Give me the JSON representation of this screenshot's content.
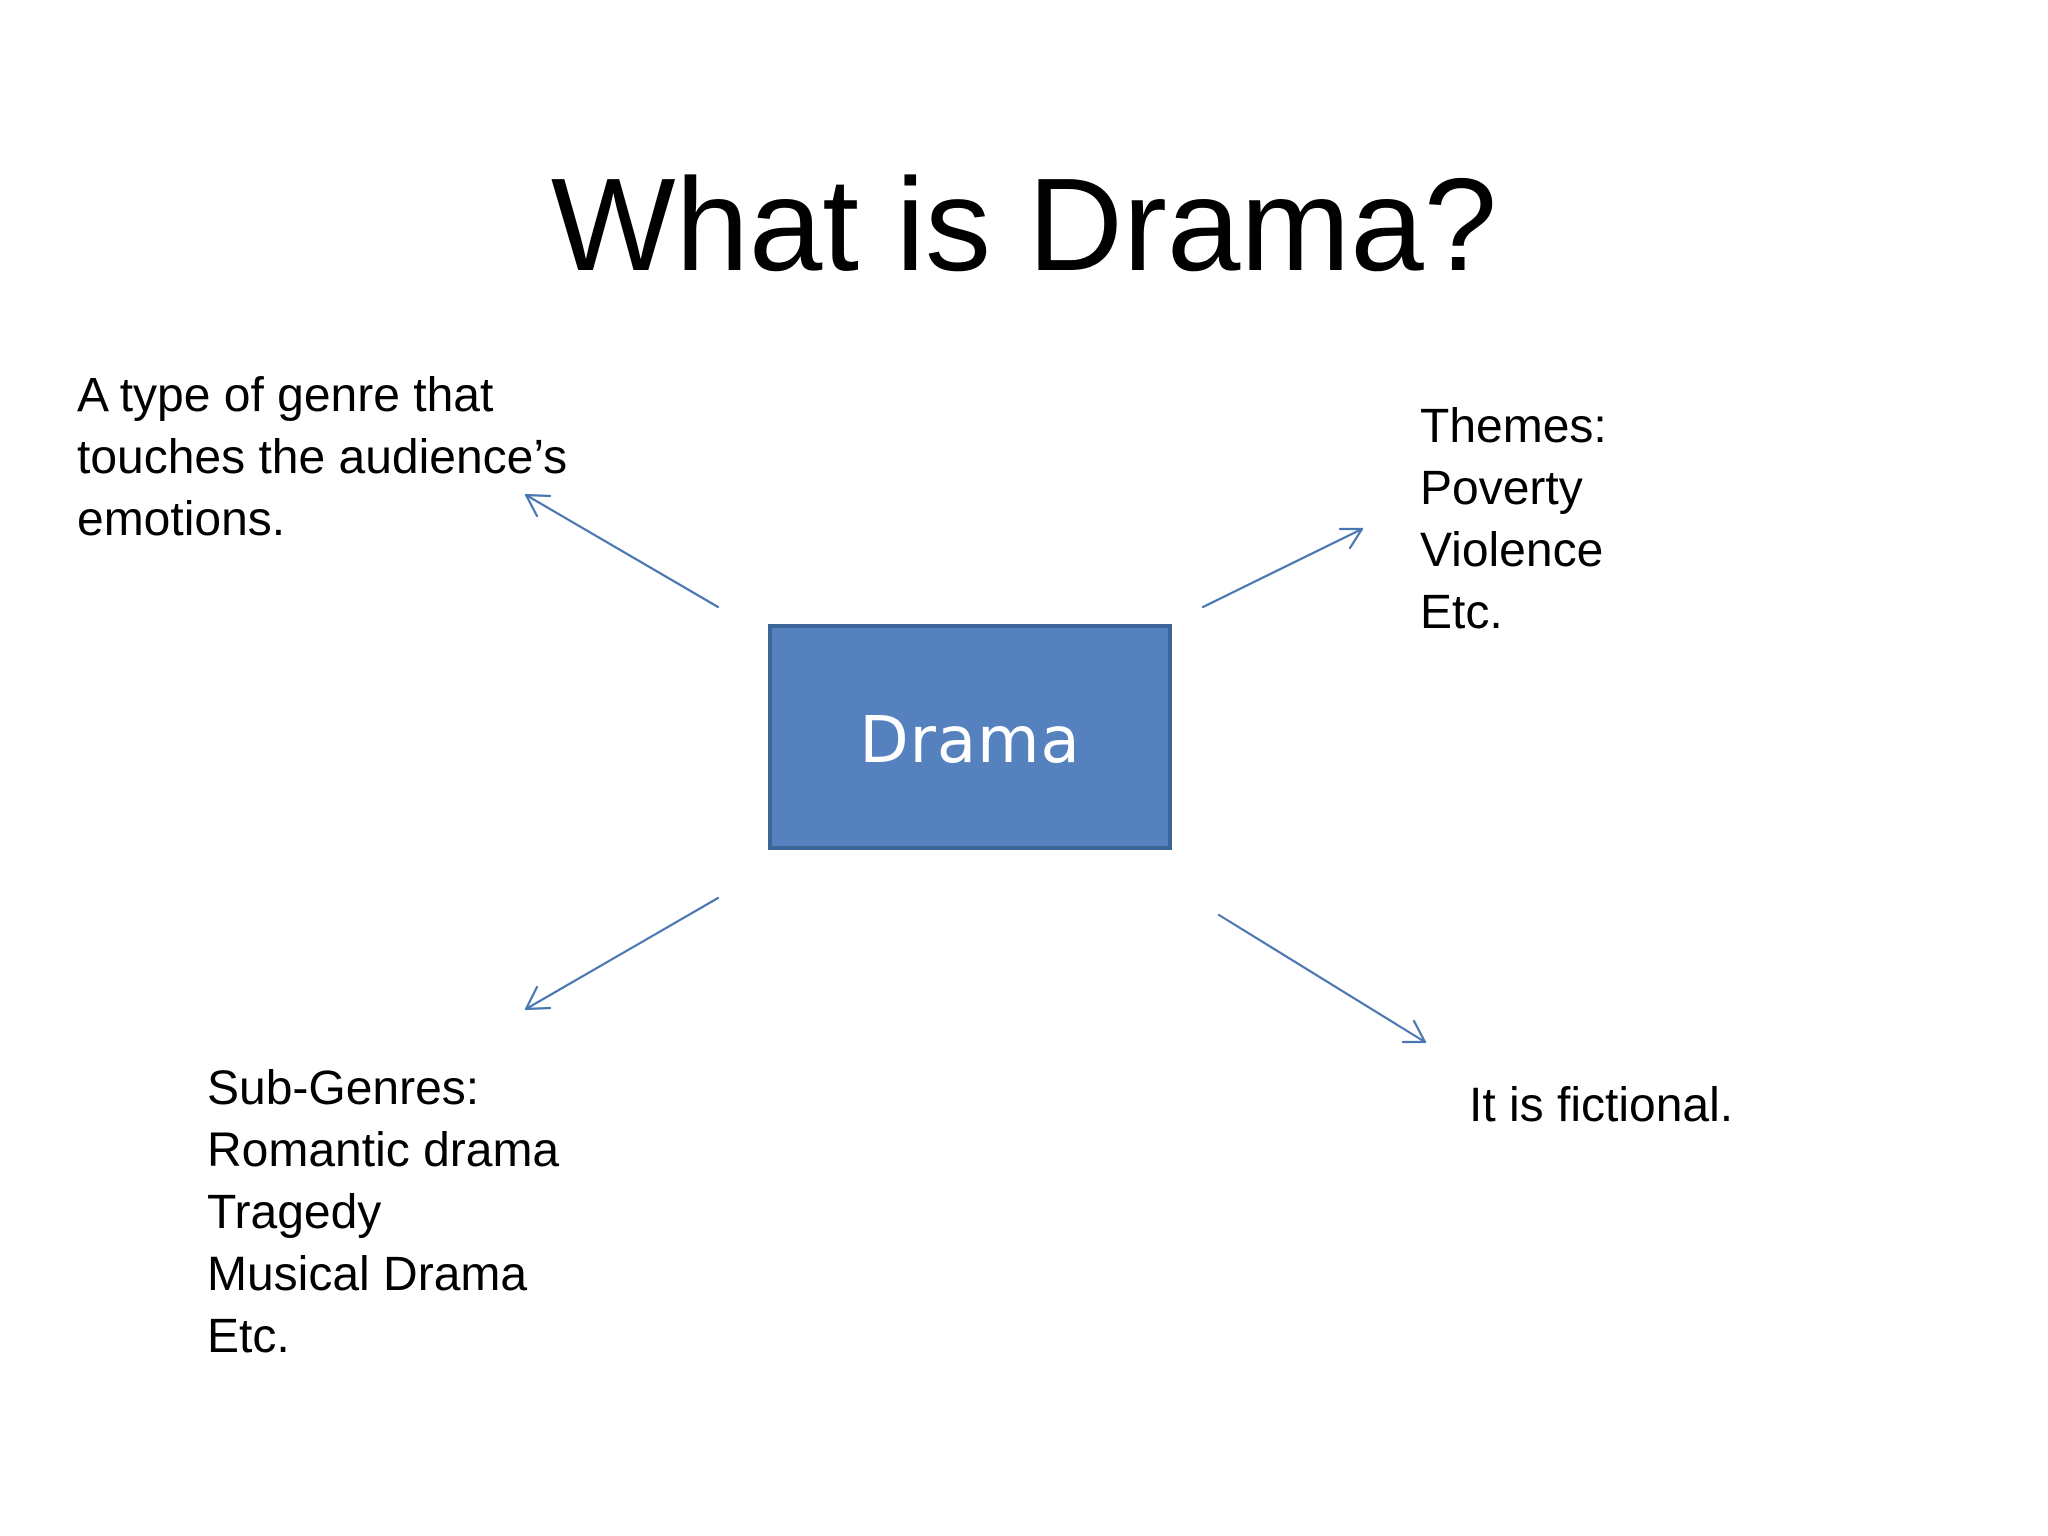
{
  "slide": {
    "title": "What is Drama?",
    "center_label": "Drama",
    "notes": {
      "top_left": [
        "A type of genre that",
        "touches the audience’s",
        "emotions."
      ],
      "top_right": [
        "Themes:",
        "Poverty",
        "Violence",
        "Etc."
      ],
      "bottom_left": [
        "Sub-Genres:",
        "Romantic drama",
        "Tragedy",
        "Musical Drama",
        "Etc."
      ],
      "bottom_right": [
        "It is fictional."
      ]
    }
  },
  "colors": {
    "box_fill": "#5582bf",
    "box_border": "#3e6597",
    "arrow": "#4a76b2",
    "text": "#000000",
    "background": "#ffffff"
  }
}
